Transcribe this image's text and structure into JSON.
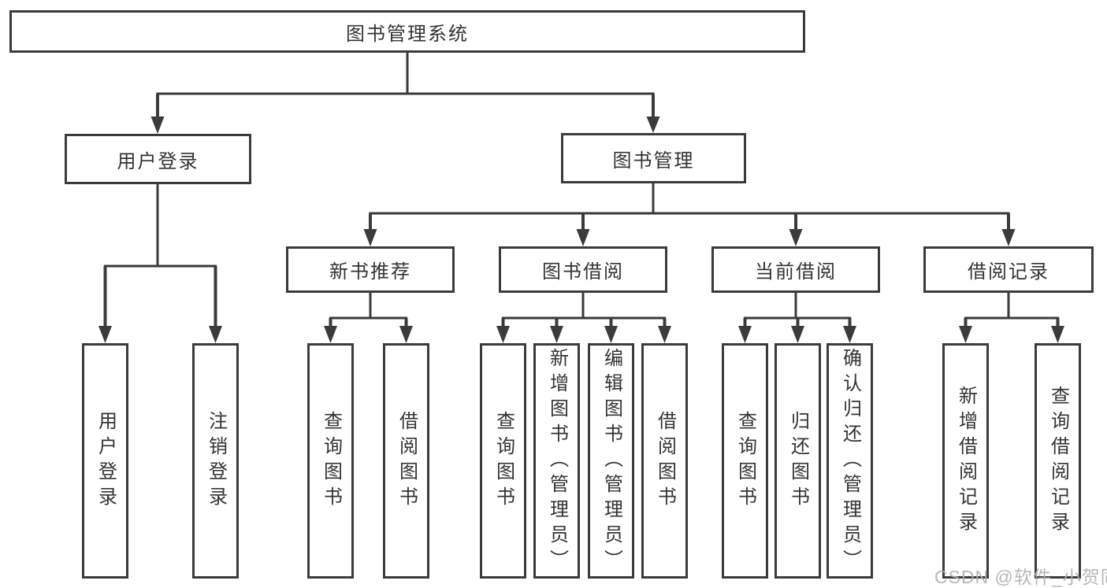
{
  "diagram": {
    "root": {
      "label": "图书管理系统"
    },
    "level2": {
      "user_login": {
        "label": "用户登录"
      },
      "book_management": {
        "label": "图书管理"
      }
    },
    "level3": {
      "new_book_recommend": {
        "label": "新书推荐"
      },
      "book_borrow": {
        "label": "图书借阅"
      },
      "current_borrow": {
        "label": "当前借阅"
      },
      "borrow_records": {
        "label": "借阅记录"
      }
    },
    "leaves": {
      "user_login": [
        {
          "label": "用户登录"
        },
        {
          "label": "注销登录"
        }
      ],
      "new_book_recommend": [
        {
          "label": "查询图书"
        },
        {
          "label": "借阅图书"
        }
      ],
      "book_borrow": [
        {
          "label": "查询图书"
        },
        {
          "label": "新增图书（管理员）"
        },
        {
          "label": "编辑图书（管理员）"
        },
        {
          "label": "借阅图书"
        }
      ],
      "current_borrow": [
        {
          "label": "查询图书"
        },
        {
          "label": "归还图书"
        },
        {
          "label": "确认归还（管理员）"
        }
      ],
      "borrow_records": [
        {
          "label": "新增借阅记录"
        },
        {
          "label": "查询借阅记录"
        }
      ]
    }
  },
  "watermark": {
    "text": "CSDN @软件_小贺同学"
  },
  "colors": {
    "line": "#3b3b3b",
    "text": "#333333",
    "watermark": "#b0b0b0",
    "background": "#ffffff"
  }
}
